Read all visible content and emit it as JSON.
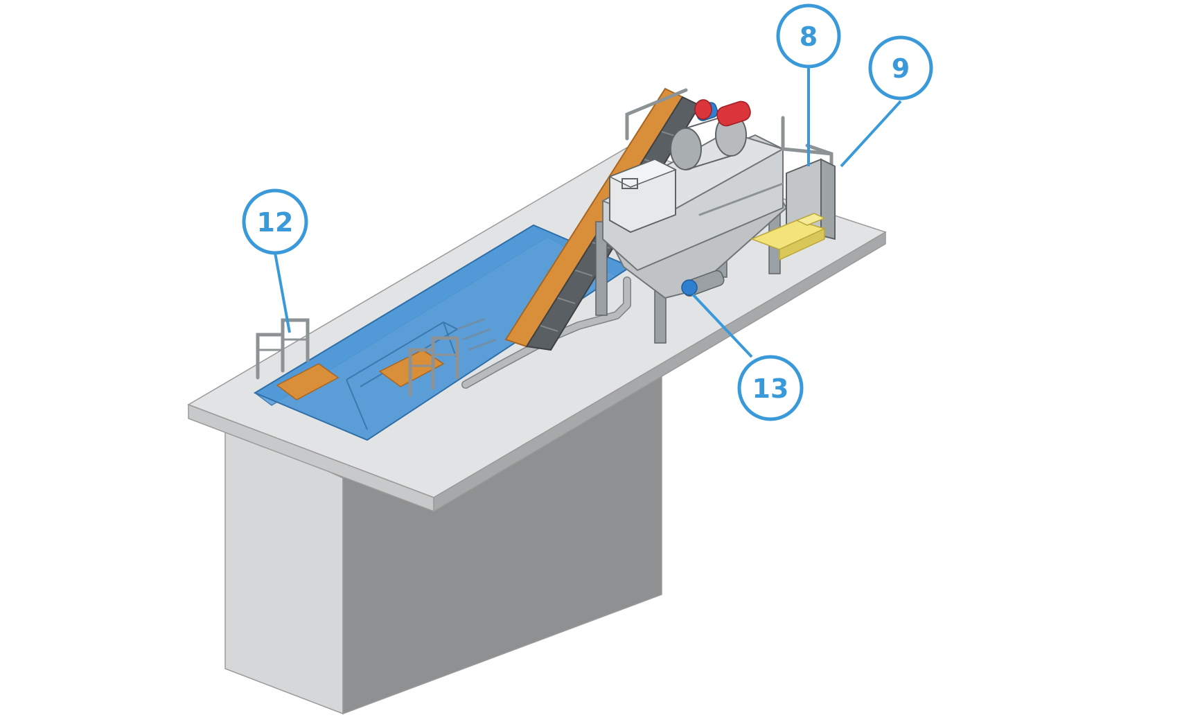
{
  "callouts": [
    {
      "id": "8",
      "label": "8"
    },
    {
      "id": "9",
      "label": "9"
    },
    {
      "id": "12",
      "label": "12"
    },
    {
      "id": "13",
      "label": "13"
    }
  ],
  "colors": {
    "callout_blue": "#3a9ad9",
    "water_blue": "#4f98d6",
    "platform_top": "#e1e2e3",
    "block_front": "#d5d6d7",
    "block_side": "#8e8f90",
    "conveyor_orange": "#d98f3a",
    "pallet_yellow": "#f2e37a",
    "motor_red": "#d9353a",
    "motor_blue": "#2f7fd0"
  }
}
